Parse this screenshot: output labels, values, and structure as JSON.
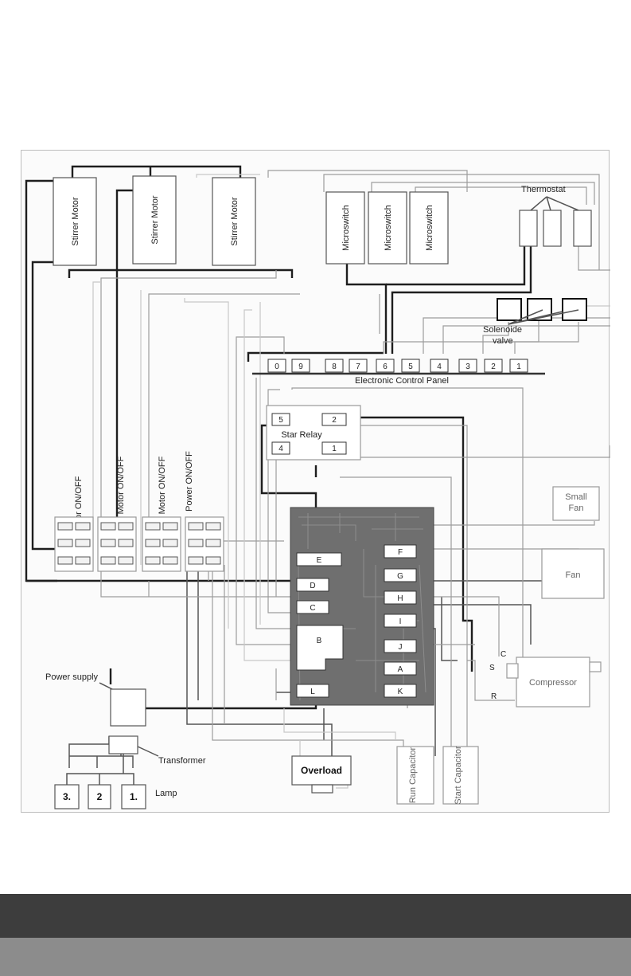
{
  "diagram": {
    "stirrer_motors": [
      "Stirrer Motor",
      "Stirrer Motor",
      "Stirrer Motor"
    ],
    "microswitches": [
      "Microswitch",
      "Microswitch",
      "Microswitch"
    ],
    "thermostat_label": "Thermostat",
    "solenoid_label_line1": "Solenoide",
    "solenoid_label_line2": "valve",
    "control_panel_label": "Electronic Control Panel",
    "control_terminals": [
      "0",
      "9",
      "8",
      "7",
      "6",
      "5",
      "4",
      "3",
      "2",
      "1"
    ],
    "star_relay_label": "Star Relay",
    "star_relay_terminals": [
      "5",
      "2",
      "4",
      "1"
    ],
    "switch_labels": [
      "Motor ON/OFF",
      "Motor ON/OFF",
      "Motor ON/OFF",
      "Power ON/OFF"
    ],
    "pcb_terminals_left": [
      "E",
      "D",
      "C",
      "B",
      "L"
    ],
    "pcb_terminals_right": [
      "F",
      "G",
      "H",
      "I",
      "J",
      "A",
      "K"
    ],
    "small_fan_line1": "Small",
    "small_fan_line2": "Fan",
    "fan_label": "Fan",
    "compressor_label": "Compressor",
    "compressor_pins": [
      "C",
      "S",
      "R"
    ],
    "power_supply_label": "Power supply",
    "transformer_label": "Transformer",
    "overload_label": "Overload",
    "run_capacitor_label": "Run Capacitor",
    "start_capacitor_label": "Start Capacitor",
    "lamp_label": "Lamp",
    "lamps": [
      "3.",
      "2",
      "1."
    ]
  }
}
